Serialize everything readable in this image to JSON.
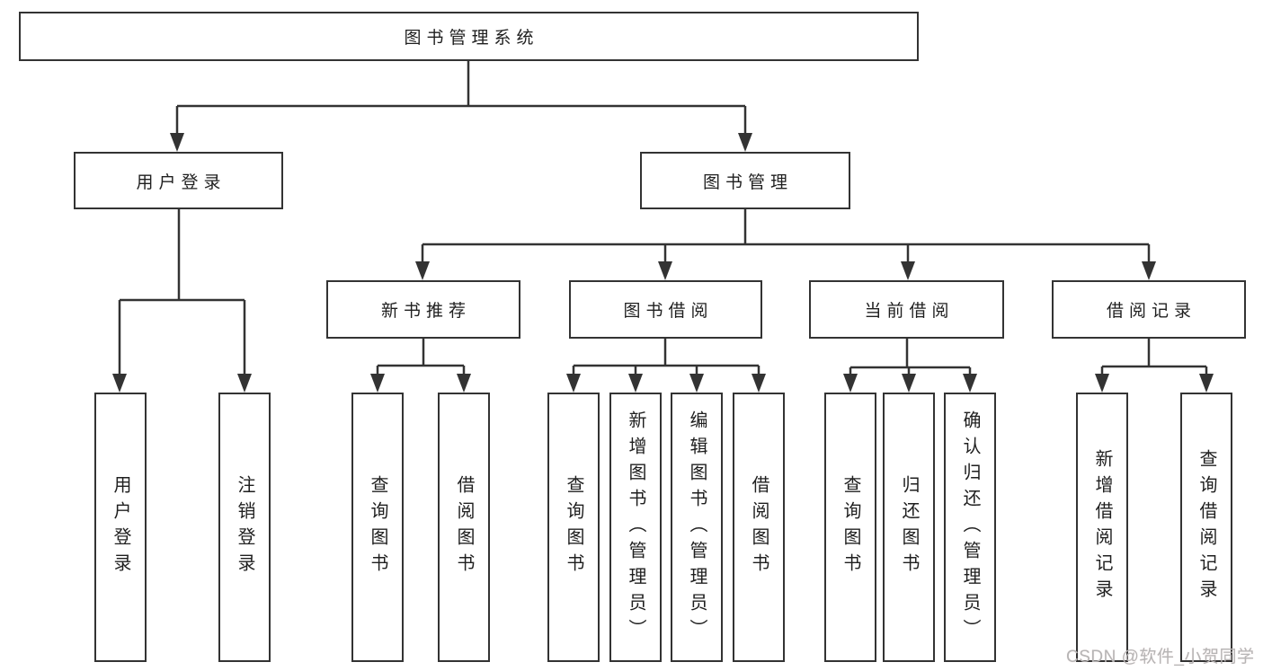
{
  "diagram": {
    "root": {
      "label": "图书管理系统"
    },
    "branches": [
      {
        "label": "用户登录",
        "leaves": [
          {
            "label": "用户登录"
          },
          {
            "label": "注销登录"
          }
        ]
      },
      {
        "label": "图书管理",
        "groups": [
          {
            "label": "新书推荐",
            "leaves": [
              {
                "label": "查询图书"
              },
              {
                "label": "借阅图书"
              }
            ]
          },
          {
            "label": "图书借阅",
            "leaves": [
              {
                "label": "查询图书"
              },
              {
                "label": "新增图书（管理员）"
              },
              {
                "label": "编辑图书（管理员）"
              },
              {
                "label": "借阅图书"
              }
            ]
          },
          {
            "label": "当前借阅",
            "leaves": [
              {
                "label": "查询图书"
              },
              {
                "label": "归还图书"
              },
              {
                "label": "确认归还（管理员）"
              }
            ]
          },
          {
            "label": "借阅记录",
            "leaves": [
              {
                "label": "新增借阅记录"
              },
              {
                "label": "查询借阅记录"
              }
            ]
          }
        ]
      }
    ]
  },
  "watermark": {
    "text": "CSDN @软件_小贺同学"
  },
  "colors": {
    "line": "#333333",
    "node_border": "#333333",
    "node_background": "#ffffff",
    "text": "#1f1f1f",
    "watermark_text": "#b5b5b5"
  }
}
